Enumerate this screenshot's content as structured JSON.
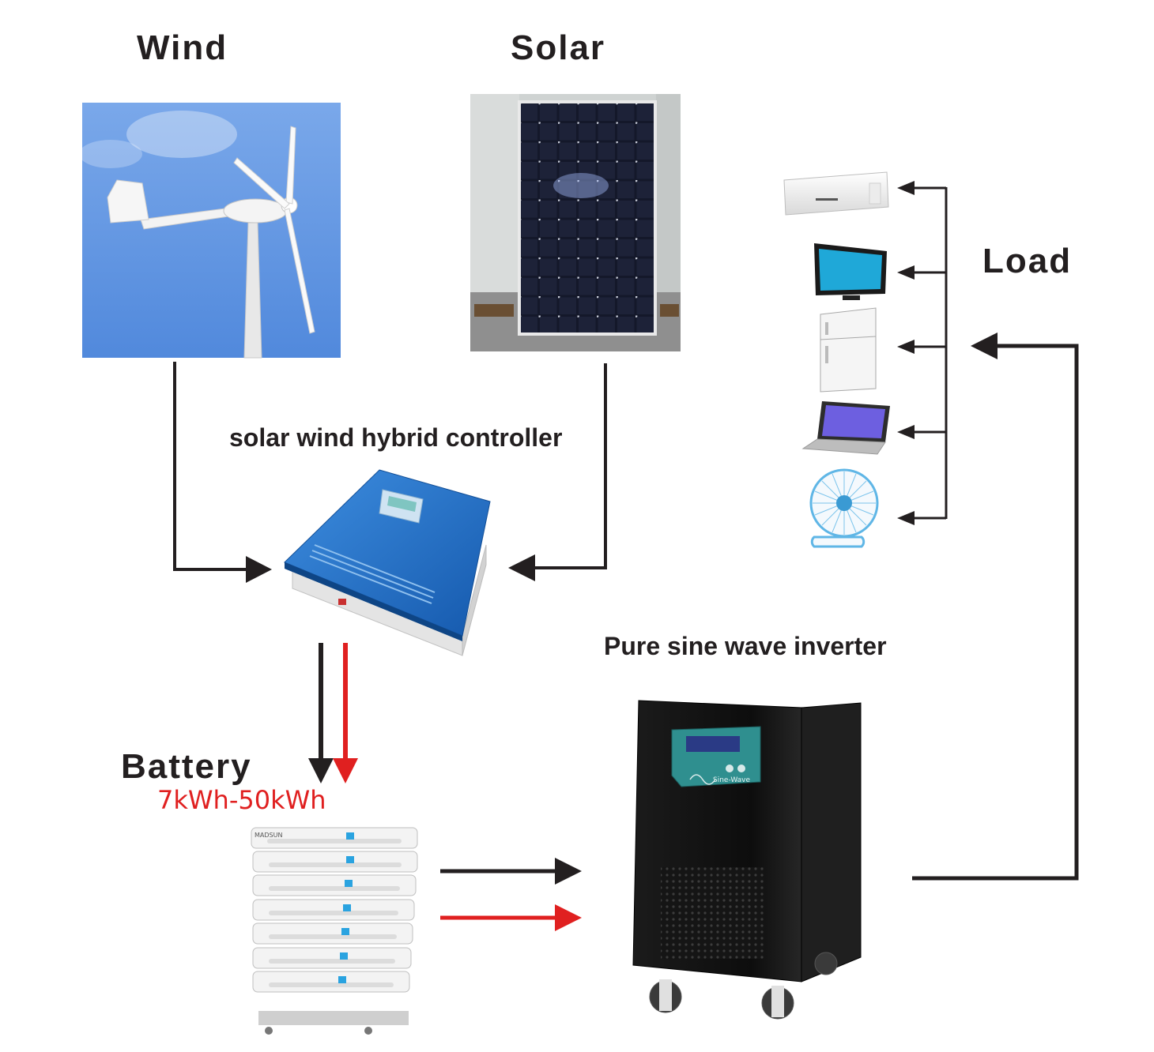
{
  "labels": {
    "wind": "Wind",
    "solar": "Solar",
    "load": "Load",
    "controller": "solar wind hybrid controller",
    "inverter": "Pure sine wave inverter",
    "battery": "Battery",
    "battery_capacity": "7kWh-50kWh"
  },
  "device_text": {
    "battery_brand": "MADSUN",
    "inverter_badge": "Sine-Wave"
  },
  "colors": {
    "line": "#231f20",
    "positive": "#e02020",
    "sky": "#5f97e3",
    "controller_blue": "#1e6fc7",
    "inverter_teal": "#2a8c8c"
  },
  "icons": [
    "wind-turbine-icon",
    "solar-panel-icon",
    "charge-controller-icon",
    "battery-stack-icon",
    "inverter-icon",
    "air-conditioner-icon",
    "television-icon",
    "refrigerator-icon",
    "laptop-icon",
    "electric-fan-icon"
  ]
}
